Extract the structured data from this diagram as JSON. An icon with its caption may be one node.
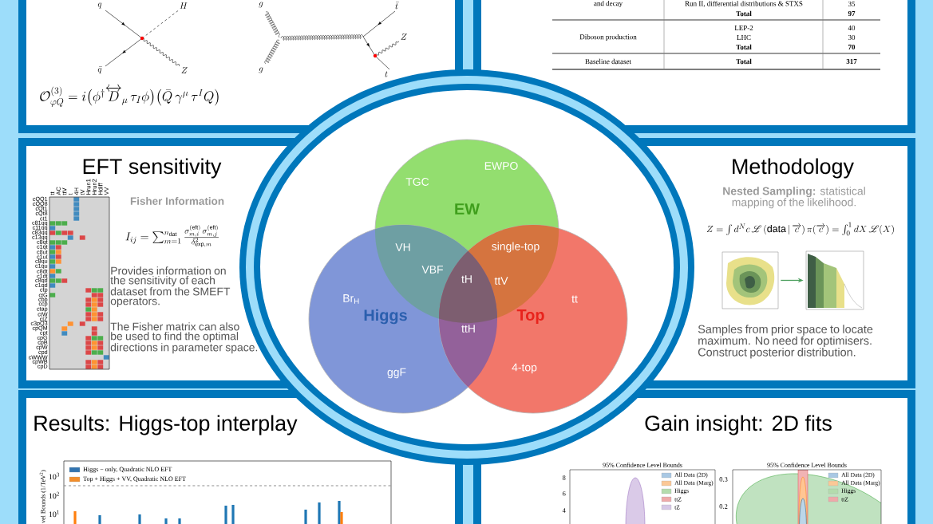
{
  "diagram": {
    "nodes": [
      {
        "text": [
          "\\mathcal{O}^{(3)}_{\\varphi Q} = i\\big(\\phi^{\\dagger}\\overleftrightarrow{D}_{\\mu}\\,\\tau_{I}\\phi\\big)\\big(\\bar{Q}\\,\\gamma^{\\mu}\\,\\tau^{I}Q\\big)"
        ]
      },
      {
        "text": [],
        "shape": "box"
      },
      {
        "text": [
          "EFT sensitivity",
          "Fisher Information",
          "I_{ij} = \\sum_{m=1}^{n_{\\rm dat}} \\frac{\\sigma^{(\\rm eft)}_{m,i}\\,\\sigma^{(\\rm eft)}_{m,j}}{\\delta^{2}_{{\\rm exp},m}}",
          "Provides information on the sensitivity of each dataset from the SMEFT operators.",
          "The Fisher matrix can also be used to find the optimal directions in parameter space."
        ]
      },
      {
        "text": [
          "Methodology",
          "**Nested Sampling:** statistical mapping of the likelihood.",
          "Z = \\int d^{N}c\\,\\mathscr{L}\\left({\\rm data}\\,|\\,\\overrightarrow{c}\\right)\\pi(\\overrightarrow{c}) = \\int_{0}^{1} dX\\,\\mathscr{L}(X)",
          "Samples from prior space to locate maximum. No need for optimisers. Construct posterior distribution."
        ]
      },
      {
        "text": [
          "Results: Higgs-top interplay"
        ]
      },
      {
        "text": [
          "Gain insight: 2D fits"
        ]
      },
      {
        "text": [
          "EW"
        ]
      },
      {
        "text": [
          "Higgs"
        ]
      },
      {
        "text": [
          "Top"
        ]
      },
      {
        "text": [],
        "shape": "picture",
        "in": 3
      },
      {
        "text": [],
        "shape": "picture",
        "in": 3
      }
    ],
    "edges": [
      {
        "from": 9,
        "to": 10,
        "arrow": "to",
        "color": "#4a9e5c"
      }
    ],
    "labels": [
      "q",
      "H",
      "\\bar{q}",
      "Z",
      "g",
      "\\bar{t}",
      "Z",
      "g",
      "t",
      "and decay",
      "Run II, differential distributions & STXS",
      "35",
      "Total",
      "97",
      "LEP-2",
      "40",
      "Diboson production",
      "LHC",
      "30",
      "Total",
      "70",
      "Baseline dataset",
      "Total",
      "317",
      "tt",
      "AC",
      "ttV",
      "t",
      "4H",
      "tV",
      "Hrun1",
      "Hrun2",
      "Hdiff",
      "VV",
      "cQQ1",
      "cQQ8",
      "cQt1",
      "cQt8",
      "ct1",
      "c81qq",
      "c11qq",
      "c83qq",
      "c13qq",
      "c8qt",
      "c1qt",
      "c8ut",
      "c1ut",
      "c8qu",
      "c1qu",
      "c8dt",
      "c1dt",
      "c8qd",
      "c1qd",
      "ctp",
      "ctG",
      "cbp",
      "ccp",
      "ctap",
      "ctW",
      "ctZ",
      "c3pQ3",
      "cpQM",
      "cpt",
      "cpG",
      "cpB",
      "cpW",
      "cpd",
      "cWWW",
      "cpWB",
      "cpD",
      "TGC",
      "EWPO",
      "VH",
      "VBF",
      "single-top",
      "tH",
      "ttV",
      "Br$_{H}$",
      "tt",
      "ttH",
      "ggF",
      "4-top",
      "10$^{3}$",
      "10$^{2}$",
      "10$^{1}$",
      "vel Bounds (1/TeV$^{2}$)",
      "95% Confidence Level Bounds",
      "8",
      "6",
      "4",
      "95% Confidence Level Bounds",
      "0.3",
      "0.2"
    ],
    "legend": [
      {
        "text": "Higgs − only, Quadratic NLO EFT",
        "color": "#3274b0"
      },
      {
        "text": "Top + Higgs + VV, Quadratic NLO EFT",
        "color": "#f28e2b"
      },
      {
        "text": "All Data (2D)",
        "color": "#a9c8e3"
      },
      {
        "text": "All Data (Marg)",
        "color": "#fbc896"
      },
      {
        "text": "Higgs",
        "color": "#b4dcad"
      },
      {
        "text": "ttZ",
        "color": "#eea9a9"
      },
      {
        "text": "tZ",
        "color": "#d6c8e6"
      },
      {
        "text": "All Data (2D)",
        "color": "#a9c8e3"
      },
      {
        "text": "All Data (Marg)",
        "color": "#fbc896"
      },
      {
        "text": "Higgs",
        "color": "#b4dcad"
      },
      {
        "text": "ttZ",
        "color": "#eea9a9"
      }
    ]
  }
}
